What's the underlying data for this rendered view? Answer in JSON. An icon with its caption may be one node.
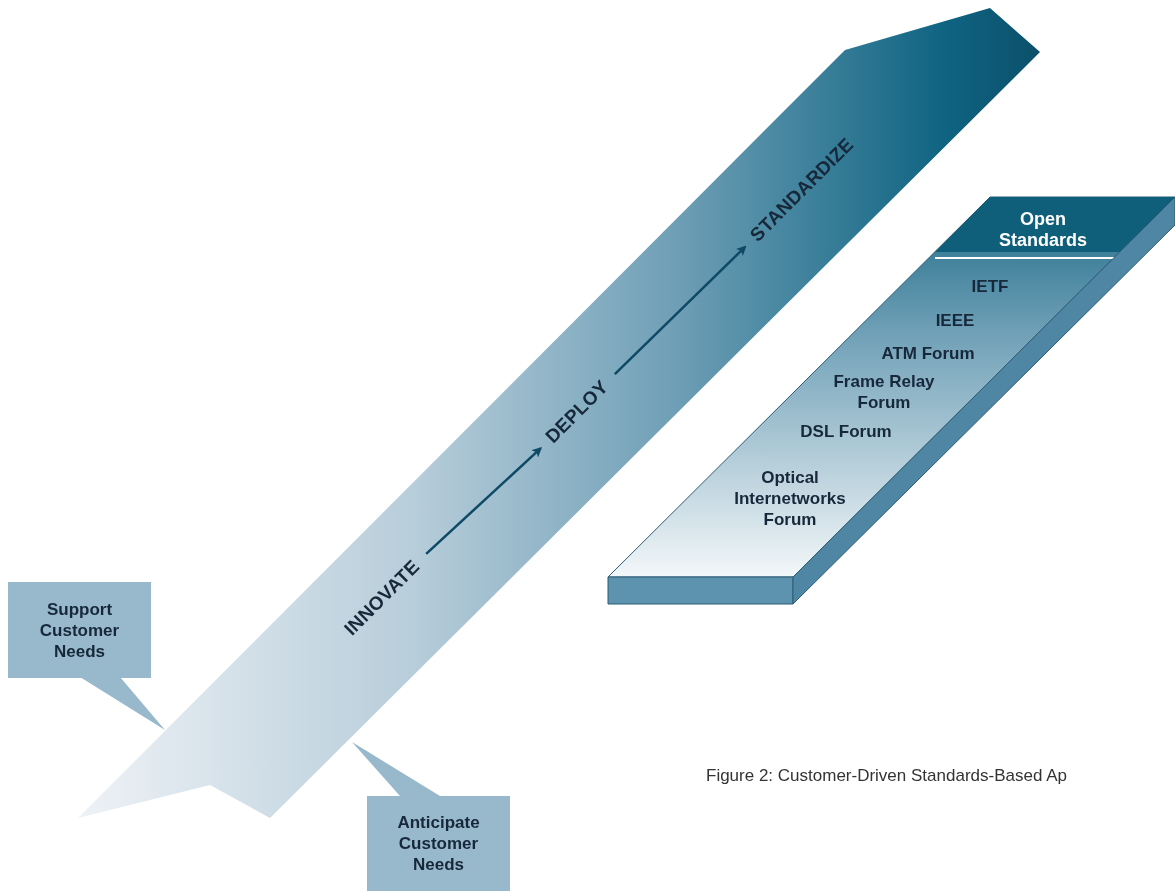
{
  "diagram": {
    "caption": "Figure 2: Customer-Driven Standards-Based Ap",
    "nodes": [
      {
        "text": [],
        "shape": "arrow"
      },
      {
        "text": [
          "INNOVATE"
        ],
        "in": 0
      },
      {
        "text": [
          "DEPLOY"
        ],
        "in": 0
      },
      {
        "text": [
          "STANDARDIZE"
        ],
        "in": 0
      },
      {
        "text": [
          "Support Customer Needs"
        ]
      },
      {
        "text": [
          "Anticipate Customer Needs"
        ]
      },
      {
        "text": [
          "Open Standards",
          "IETF",
          "IEEE",
          "ATM Forum",
          "Frame Relay Forum",
          "DSL Forum",
          "Optical Internetworks Forum"
        ]
      }
    ],
    "edges": [
      {
        "from": 1,
        "to": 2,
        "arrow": "to"
      },
      {
        "from": 2,
        "to": 3,
        "arrow": "to"
      },
      {
        "from": 4,
        "to": 0,
        "arrow": "none"
      },
      {
        "from": 5,
        "to": 0,
        "arrow": "none"
      }
    ]
  }
}
